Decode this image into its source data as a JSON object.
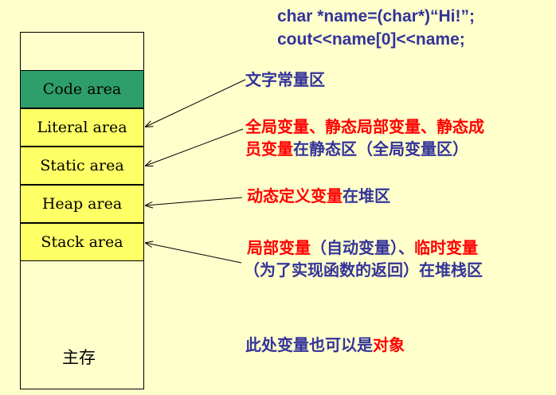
{
  "code_snippet": {
    "line1": "char *name=(char*)“Hi!”;",
    "line2": "cout<<name[0]<<name;"
  },
  "memory": {
    "segments": [
      {
        "label": "Code area",
        "color": "#2e9e6a"
      },
      {
        "label": "Literal area",
        "color": "#ffff66"
      },
      {
        "label": "Static area",
        "color": "#ffff66"
      },
      {
        "label": "Heap area",
        "color": "#ffff66"
      },
      {
        "label": "Stack area",
        "color": "#ffff66"
      }
    ],
    "main_label": "主存"
  },
  "annotations": {
    "literal": "文字常量区",
    "static": {
      "r1": "全局变量、静态局部变量、静态成",
      "r2": "员变量",
      "b2": "在静态区（全局变量区）"
    },
    "heap": {
      "r": "动态定义变量",
      "b": "在堆区"
    },
    "stack": {
      "r1": "局部变量",
      "b1": "（自动变量）、",
      "r1b": "临时变量",
      "b2": "（为了实现函数的返回）在堆栈区"
    },
    "object": {
      "b": "此处变量也可以是",
      "r": "对象"
    }
  },
  "colors": {
    "blue": "#333399",
    "red": "#ff0000",
    "background": "#ffffcc"
  }
}
